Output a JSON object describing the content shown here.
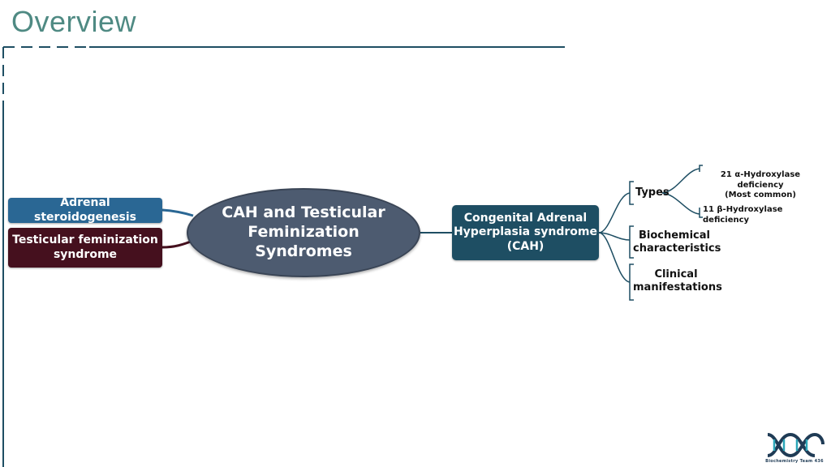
{
  "slide": {
    "title": "Overview"
  },
  "mindmap": {
    "center": "CAH and Testicular Feminization Syndromes",
    "left_nodes": {
      "adrenal": "Adrenal steroidogenesis",
      "testicular": "Testicular feminization syndrome"
    },
    "cah": "Congenital Adrenal Hyperplasia syndrome (CAH)",
    "branches": {
      "types": "Types",
      "biochemical": "Biochemical characteristics",
      "clinical": "Clinical manifestations"
    },
    "types": {
      "t21_line1": "21 α-Hydroxylase deficiency",
      "t21_line2": "(Most common)",
      "t11": "11 β-Hydroxylase deficiency"
    }
  },
  "logo": {
    "text": "Biochemistry Team 436"
  },
  "colors": {
    "title": "#4f8a83",
    "adrenal": "#2a6794",
    "testicular": "#45101e",
    "center": "#4d5b70",
    "cah": "#1e4e63",
    "connector": "#1e4e63"
  }
}
